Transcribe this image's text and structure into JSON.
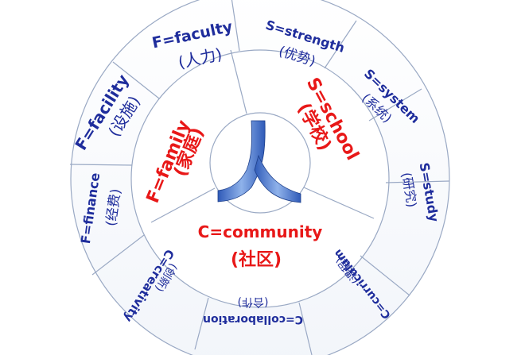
{
  "center": {
    "glyph": "人"
  },
  "inner": {
    "family": {
      "en": "F=family",
      "cn": "(家庭)"
    },
    "school": {
      "en": "S=school",
      "cn": "(学校)"
    },
    "community": {
      "en": "C=community",
      "cn": "(社区)"
    }
  },
  "outer": [
    {
      "id": "faculty",
      "en": "F=faculty",
      "cn": "(人力)"
    },
    {
      "id": "strength",
      "en": "S=strength",
      "cn": "(优势)"
    },
    {
      "id": "system",
      "en": "S=system",
      "cn": "(系统)"
    },
    {
      "id": "study",
      "en": "S=study",
      "cn": "(研究)"
    },
    {
      "id": "curriculum",
      "en": "C=curriculum",
      "cn": "(课程)"
    },
    {
      "id": "collaboration",
      "en": "C=collaboration",
      "cn": "(合作)"
    },
    {
      "id": "creativity",
      "en": "C=creativity",
      "cn": "(创新)"
    },
    {
      "id": "finance",
      "en": "F=finance",
      "cn": "(经费)"
    },
    {
      "id": "facility",
      "en": "F=facility",
      "cn": "(设施)"
    }
  ],
  "colors": {
    "blue": "#1f2d9c",
    "red": "#e81818",
    "ring": "#9aa9c4"
  }
}
